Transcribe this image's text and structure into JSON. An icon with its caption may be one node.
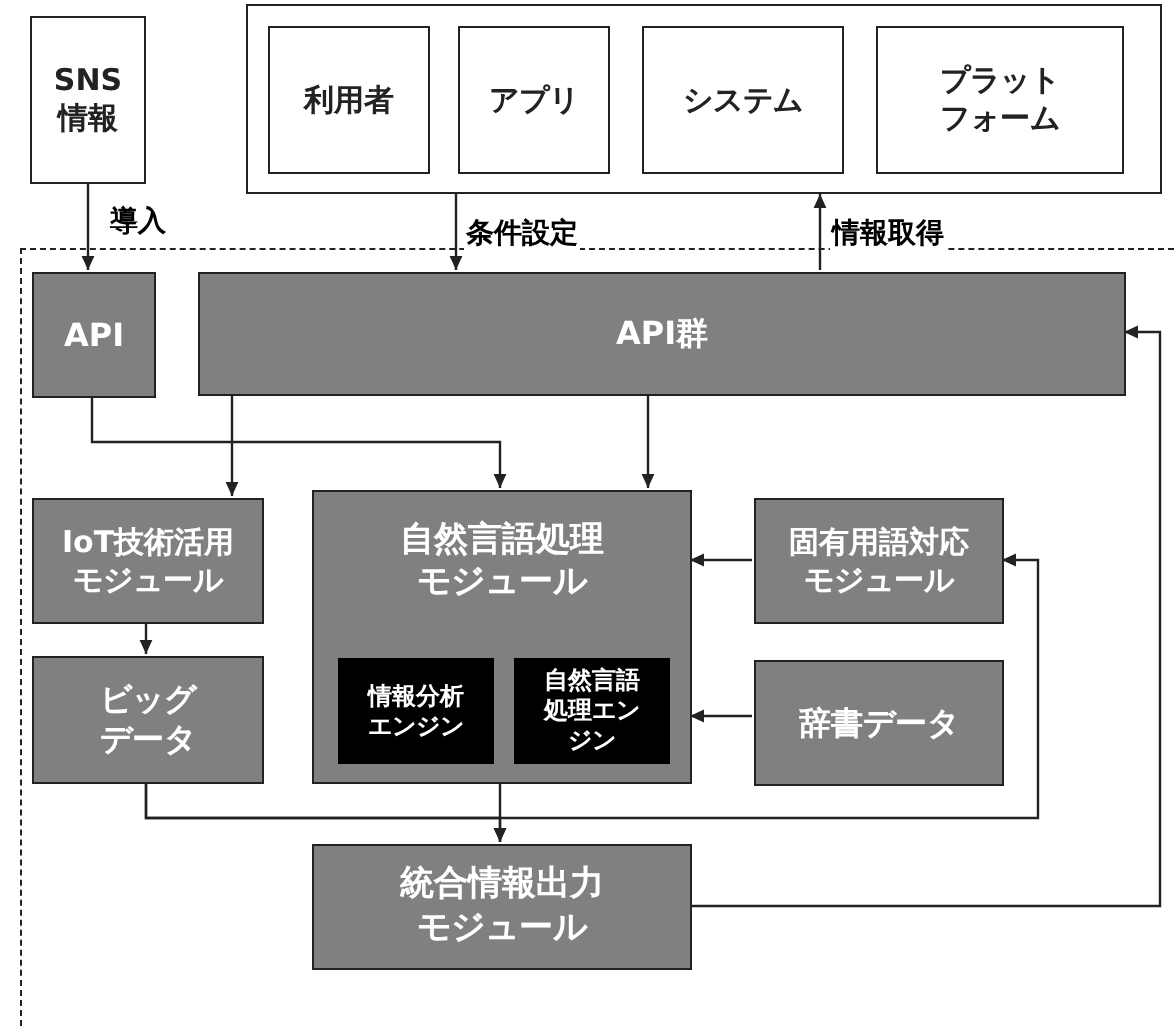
{
  "diagram": {
    "nodes": [
      {
        "text": [
          "SNS情報"
        ]
      },
      {
        "text": [],
        "shape": "box"
      },
      {
        "text": [
          "利用者"
        ],
        "in": 1
      },
      {
        "text": [
          "アプリ"
        ],
        "in": 1
      },
      {
        "text": [
          "システム"
        ],
        "in": 1
      },
      {
        "text": [
          "プラットフォーム"
        ],
        "in": 1
      },
      {
        "text": [],
        "shape": "box"
      },
      {
        "text": [
          "API"
        ],
        "in": 6
      },
      {
        "text": [
          "API群"
        ],
        "in": 6
      },
      {
        "text": [
          "IoT技術活用モジュール"
        ],
        "in": 6
      },
      {
        "text": [
          "自然言語処理モジュール"
        ],
        "in": 6
      },
      {
        "text": [
          "情報分析エンジン"
        ],
        "in": 10
      },
      {
        "text": [
          "自然言語処理エンジン"
        ],
        "in": 10
      },
      {
        "text": [
          "固有用語対応モジュール"
        ],
        "in": 6
      },
      {
        "text": [
          "ビッグデータ"
        ],
        "in": 6
      },
      {
        "text": [
          "辞書データ"
        ],
        "in": 6
      },
      {
        "text": [
          "統合情報出力モジュール"
        ],
        "in": 6
      }
    ],
    "edges": [
      {
        "from": 0,
        "to": 7,
        "arrow": "to",
        "label": "導入"
      },
      {
        "from": 1,
        "to": 8,
        "arrow": "to",
        "label": "条件設定"
      },
      {
        "from": 8,
        "to": 1,
        "arrow": "to",
        "label": "情報取得"
      },
      {
        "from": 7,
        "to": 10,
        "arrow": "to"
      },
      {
        "from": 8,
        "to": 9,
        "arrow": "to"
      },
      {
        "from": 8,
        "to": 10,
        "arrow": "to"
      },
      {
        "from": 13,
        "to": 10,
        "arrow": "to"
      },
      {
        "from": 15,
        "to": 10,
        "arrow": "to"
      },
      {
        "from": 9,
        "to": 14,
        "arrow": "to"
      },
      {
        "from": 14,
        "to": 16,
        "arrow": "to"
      },
      {
        "from": 10,
        "to": 16,
        "arrow": "to"
      },
      {
        "from": 14,
        "to": 13,
        "arrow": "to"
      },
      {
        "from": 16,
        "to": 8,
        "arrow": "to"
      }
    ]
  }
}
